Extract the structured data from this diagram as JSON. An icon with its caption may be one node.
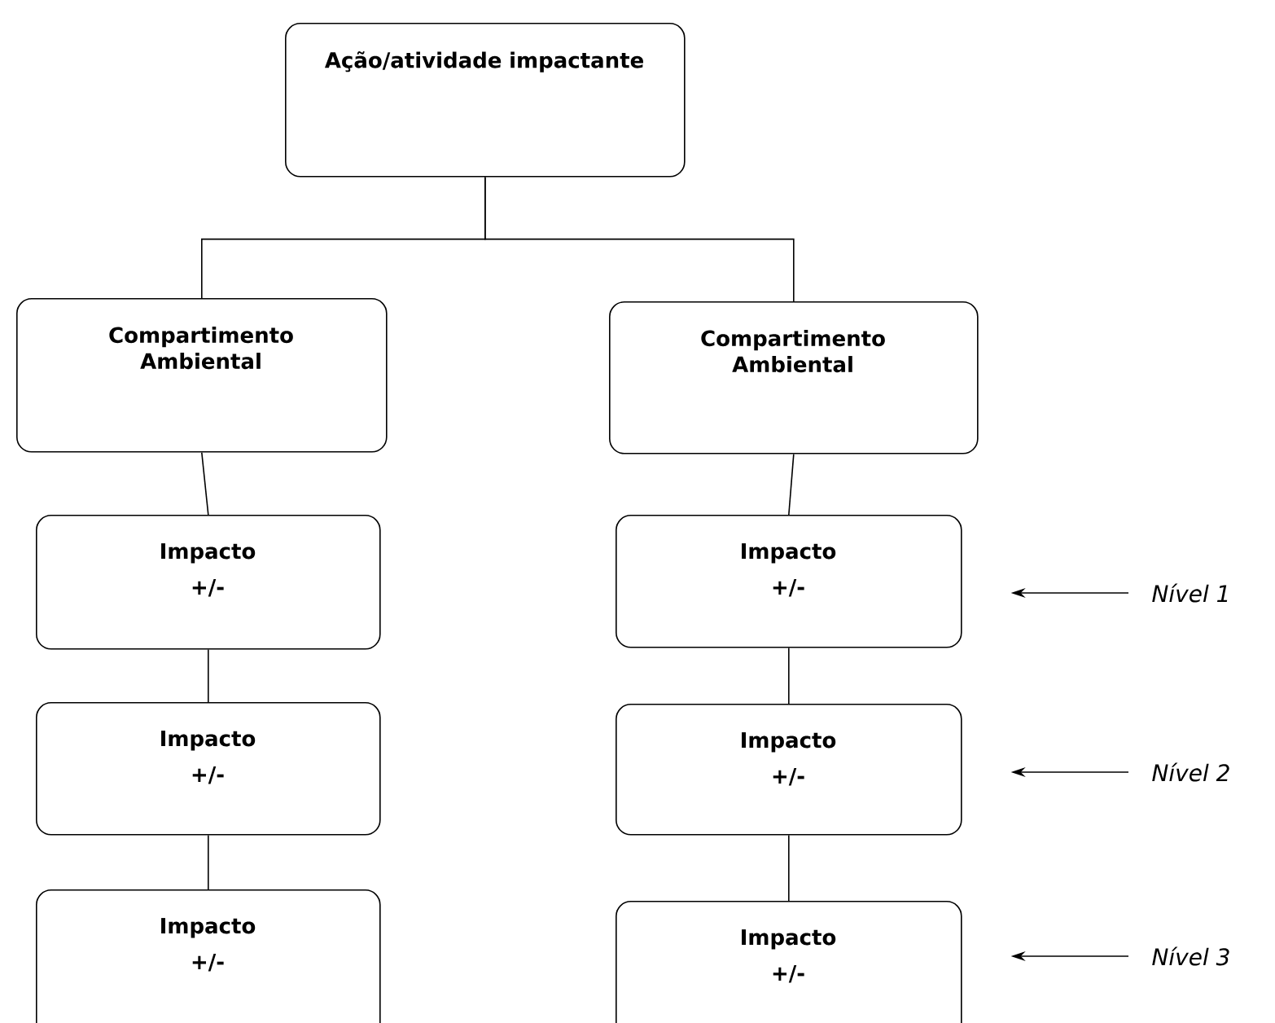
{
  "diagram": {
    "nodes": [
      {
        "text": [
          "Ação/atividade impactante"
        ]
      },
      {
        "text": [
          "Compartimento Ambiental"
        ]
      },
      {
        "text": [
          "Compartimento Ambiental"
        ]
      },
      {
        "text": [
          "Impacto",
          "+/-"
        ]
      },
      {
        "text": [
          "Impacto",
          "+/-"
        ]
      },
      {
        "text": [
          "Impacto",
          "+/-"
        ]
      },
      {
        "text": [
          "Impacto",
          "+/-"
        ]
      },
      {
        "text": [
          "Impacto",
          "+/-"
        ]
      },
      {
        "text": [
          "Impacto",
          "+/-"
        ]
      },
      {
        "text": [
          "Nível 1"
        ]
      },
      {
        "text": [
          "Nível 2"
        ]
      },
      {
        "text": [
          "Nível 3"
        ]
      }
    ],
    "edges": [
      {
        "from": 0,
        "to": 1,
        "arrow": "none"
      },
      {
        "from": 0,
        "to": 2,
        "arrow": "none"
      },
      {
        "from": 1,
        "to": 3,
        "arrow": "none"
      },
      {
        "from": 3,
        "to": 4,
        "arrow": "none"
      },
      {
        "from": 4,
        "to": 5,
        "arrow": "none"
      },
      {
        "from": 2,
        "to": 6,
        "arrow": "none"
      },
      {
        "from": 6,
        "to": 7,
        "arrow": "none"
      },
      {
        "from": 7,
        "to": 8,
        "arrow": "none"
      },
      {
        "from": 9,
        "to": 6,
        "arrow": "to"
      },
      {
        "from": 10,
        "to": 7,
        "arrow": "to"
      },
      {
        "from": 11,
        "to": 8,
        "arrow": "to"
      }
    ]
  }
}
